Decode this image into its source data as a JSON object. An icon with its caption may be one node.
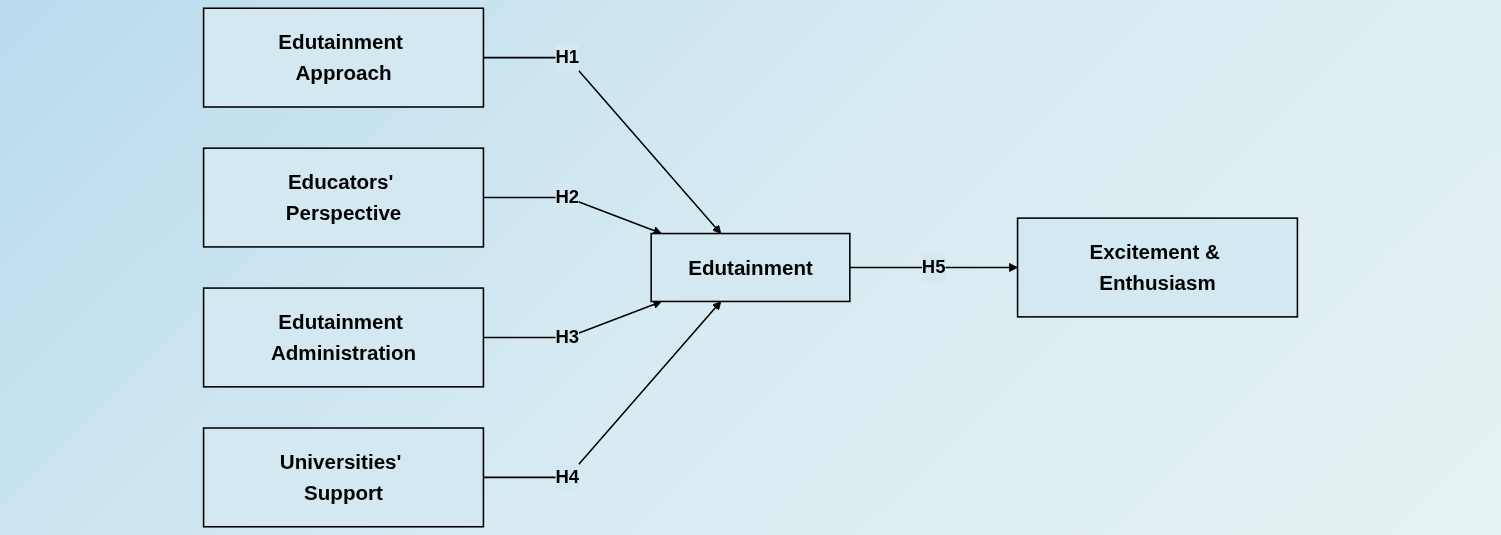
{
  "diagram": {
    "nodes": [
      {
        "text": [
          "Edutainment Approach"
        ]
      },
      {
        "text": [
          "Educators' Perspective"
        ]
      },
      {
        "text": [
          "Edutainment Administration"
        ]
      },
      {
        "text": [
          "Universities' Support"
        ]
      },
      {
        "text": [
          "Edutainment"
        ]
      },
      {
        "text": [
          "Excitement & Enthusiasm"
        ]
      }
    ],
    "edges": [
      {
        "from": 0,
        "to": 4,
        "arrow": "to",
        "label": "H1"
      },
      {
        "from": 1,
        "to": 4,
        "arrow": "to",
        "label": "H2"
      },
      {
        "from": 2,
        "to": 4,
        "arrow": "to",
        "label": "H3"
      },
      {
        "from": 3,
        "to": 4,
        "arrow": "to",
        "label": "H4"
      },
      {
        "from": 4,
        "to": 5,
        "arrow": "to",
        "label": "H5"
      }
    ]
  }
}
